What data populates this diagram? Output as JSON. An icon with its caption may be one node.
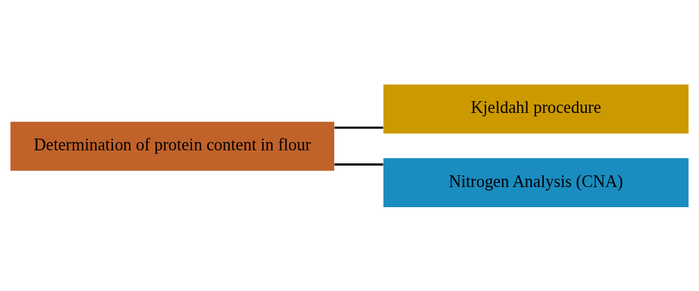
{
  "diagram": {
    "nodes": [
      {
        "text": [
          "Determination of protein content in flour"
        ]
      },
      {
        "text": [
          "Kjeldahl procedure"
        ]
      },
      {
        "text": [
          "Nitrogen Analysis (CNA)"
        ]
      }
    ],
    "edges": [
      {
        "from": 0,
        "to": 1,
        "arrow": "none"
      },
      {
        "from": 0,
        "to": 2,
        "arrow": "none"
      }
    ]
  }
}
